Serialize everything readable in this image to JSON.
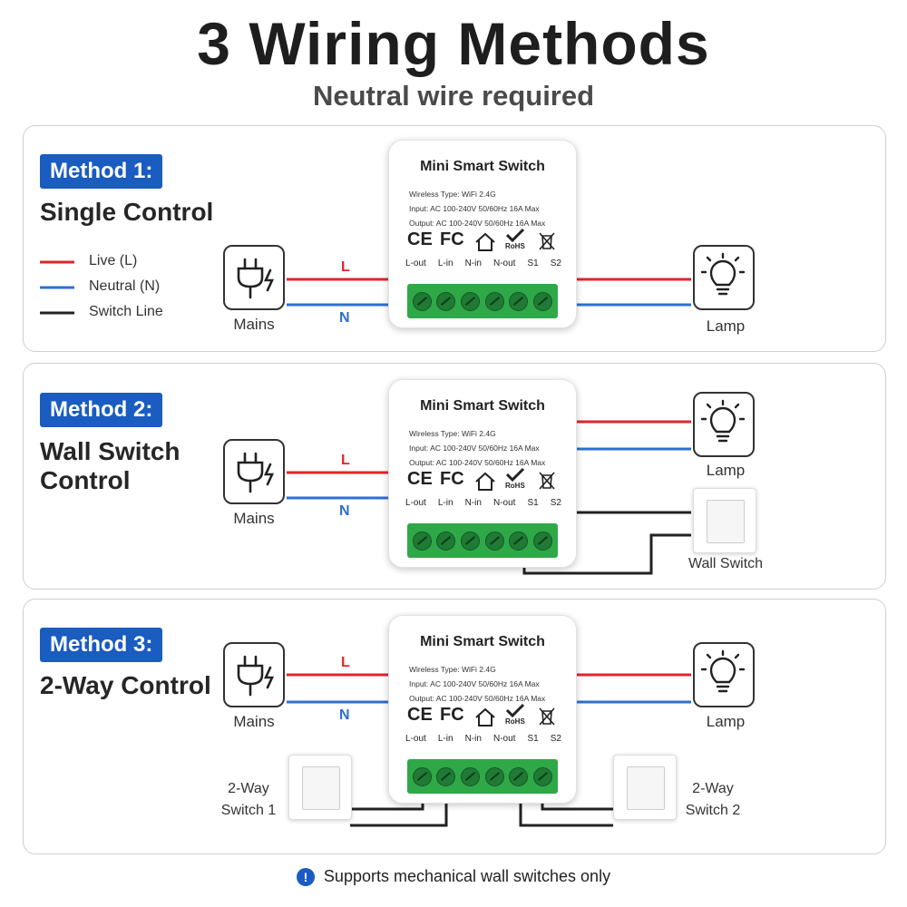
{
  "title": "3 Wiring Methods",
  "subtitle": "Neutral wire required",
  "colors": {
    "live": "#e0252b",
    "neutral": "#2d6fd1",
    "switch_line": "#222222",
    "badge": "#1a5cbf",
    "terminal": "#2fa847"
  },
  "legend": {
    "live": "Live (L)",
    "neutral": "Neutral (N)",
    "switch": "Switch Line"
  },
  "module": {
    "title": "Mini Smart Switch",
    "spec1": "Wireless Type: WiFi 2.4G",
    "spec2": "Input: AC 100-240V 50/60Hz 16A Max",
    "spec3": "Output: AC 100-240V 50/60Hz 16A Max",
    "certs": {
      "ce": "CE",
      "fc": "FC",
      "rohs": "RoHS"
    },
    "terminals": [
      "L-out",
      "L-in",
      "N-in",
      "N-out",
      "S1",
      "S2"
    ]
  },
  "wire_labels": {
    "live": "L",
    "neutral": "N"
  },
  "icons": {
    "mains": "plug-icon",
    "lamp": "light-bulb-icon",
    "house": "house-icon",
    "bin": "crossed-bin-icon",
    "info": "info-icon"
  },
  "method1": {
    "badge": "Method 1:",
    "heading": "Single Control",
    "mains": "Mains",
    "lamp": "Lamp"
  },
  "method2": {
    "badge": "Method 2:",
    "heading_line1": "Wall Switch",
    "heading_line2": "Control",
    "mains": "Mains",
    "lamp": "Lamp",
    "switch": "Wall  Switch"
  },
  "method3": {
    "badge": "Method 3:",
    "heading": "2-Way Control",
    "mains": "Mains",
    "lamp": "Lamp",
    "switch1_line1": "2-Way",
    "switch1_line2": "Switch 1",
    "switch2_line1": "2-Way",
    "switch2_line2": "Switch 2"
  },
  "footer": {
    "info_mark": "!",
    "text": "Supports mechanical wall switches only"
  }
}
